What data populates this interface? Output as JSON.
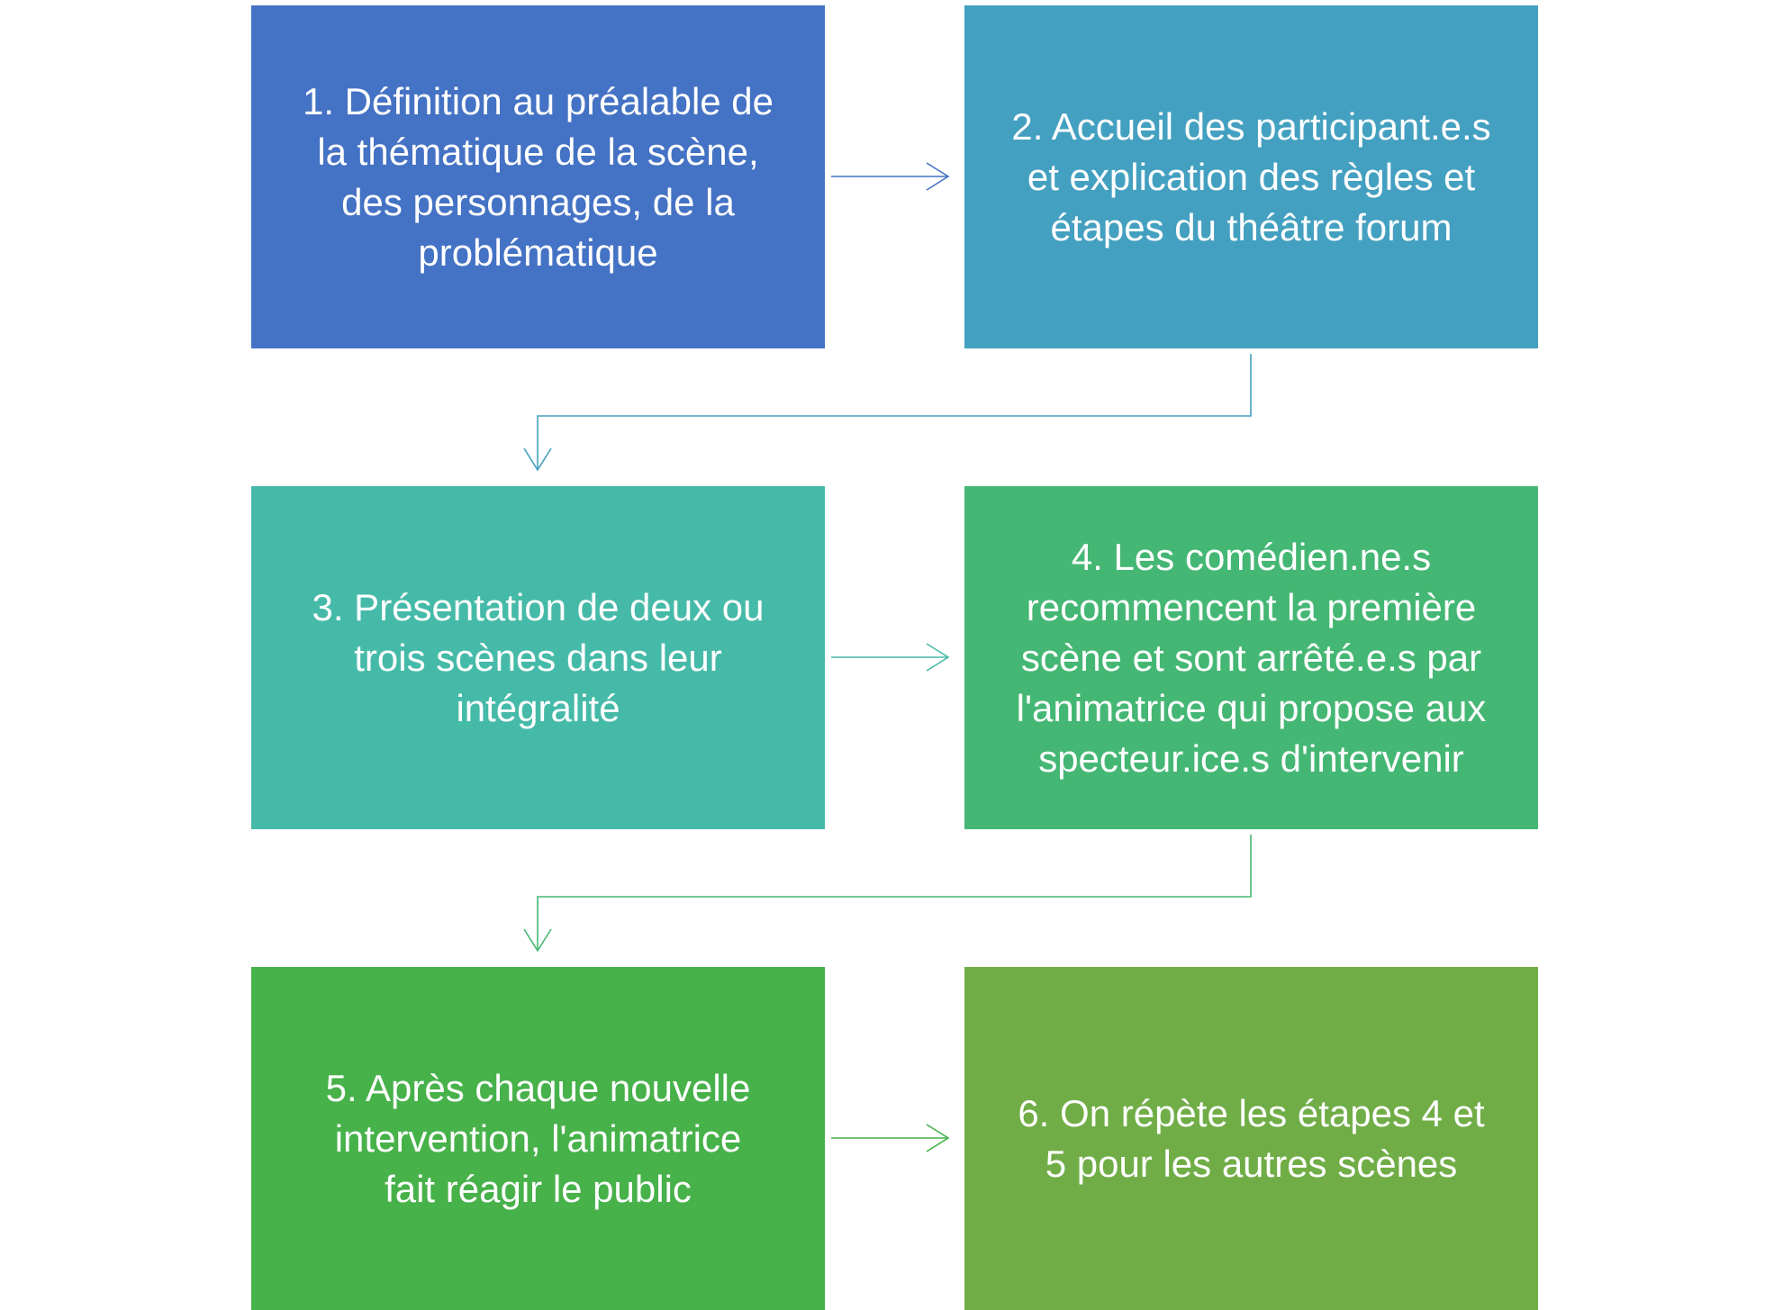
{
  "diagram": {
    "steps": [
      {
        "label": "1. Définition au préalable de\nla thématique de la scène,\ndes personnages, de la\nproblématique",
        "color": "#4472C4"
      },
      {
        "label": "2. Accueil des participant.e.s\net explication des règles et\nétapes du théâtre forum",
        "color": "#44A0C0"
      },
      {
        "label": "3. Présentation de deux ou\ntrois scènes dans leur\nintégralité",
        "color": "#46BAA8"
      },
      {
        "label": "4. Les comédien.ne.s\nrecommencent la première\nscène et sont arrêté.e.s par\nl'animatrice qui propose aux\nspecteur.ice.s d'intervenir",
        "color": "#45B774"
      },
      {
        "label": "5. Après chaque nouvelle\nintervention, l'animatrice\nfait réagir le public",
        "color": "#47B14A"
      },
      {
        "label": "6. On répète les étapes  4 et\n5 pour les autres scènes",
        "color": "#71AD47"
      }
    ],
    "connectors": [
      {
        "from": 1,
        "to": 2,
        "color": "#4472C4"
      },
      {
        "from": 2,
        "to": 3,
        "color": "#44A0C0"
      },
      {
        "from": 3,
        "to": 4,
        "color": "#46BAA8"
      },
      {
        "from": 4,
        "to": 5,
        "color": "#45B774"
      },
      {
        "from": 5,
        "to": 6,
        "color": "#47B14A"
      }
    ]
  }
}
